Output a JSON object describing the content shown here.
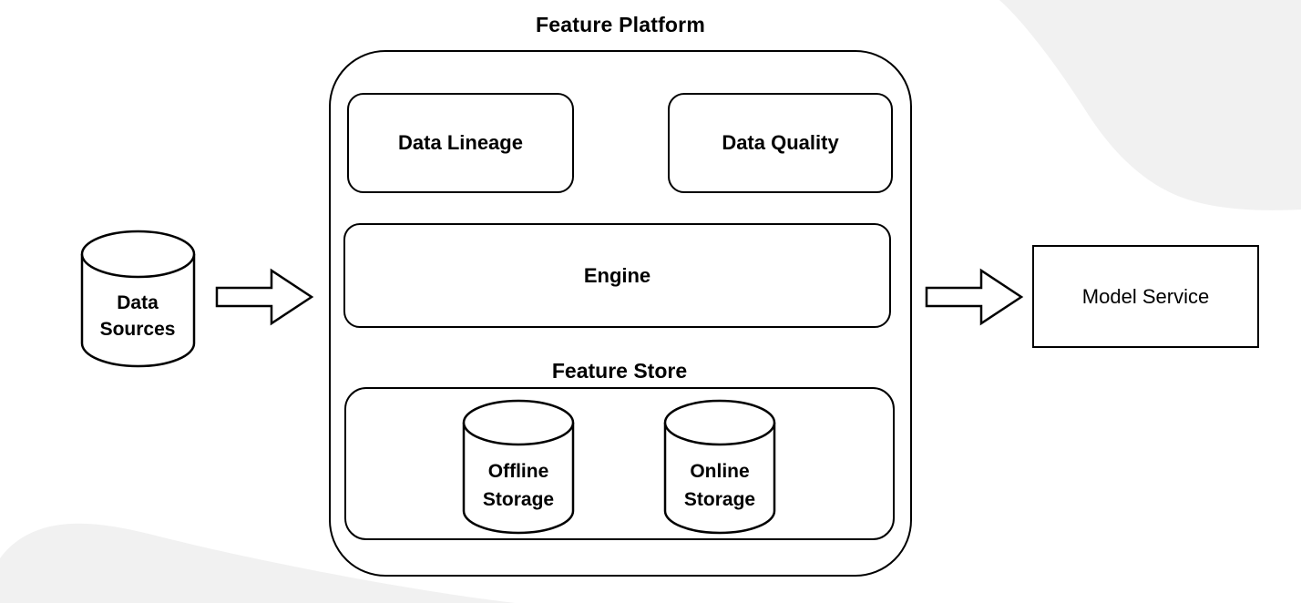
{
  "title": "Feature Platform",
  "nodes": {
    "data_sources": {
      "lines": [
        "Data",
        "Sources"
      ]
    },
    "data_lineage": {
      "label": "Data Lineage"
    },
    "data_quality": {
      "label": "Data Quality"
    },
    "engine": {
      "label": "Engine"
    },
    "feature_store": {
      "label": "Feature Store"
    },
    "offline_storage": {
      "lines": [
        "Offline",
        "Storage"
      ]
    },
    "online_storage": {
      "lines": [
        "Online",
        "Storage"
      ]
    },
    "model_service": {
      "label": "Model Service"
    }
  },
  "colors": {
    "stroke": "#000000",
    "text": "#000000",
    "background": "#ffffff",
    "decorative_gray": "#f1f1f1"
  }
}
